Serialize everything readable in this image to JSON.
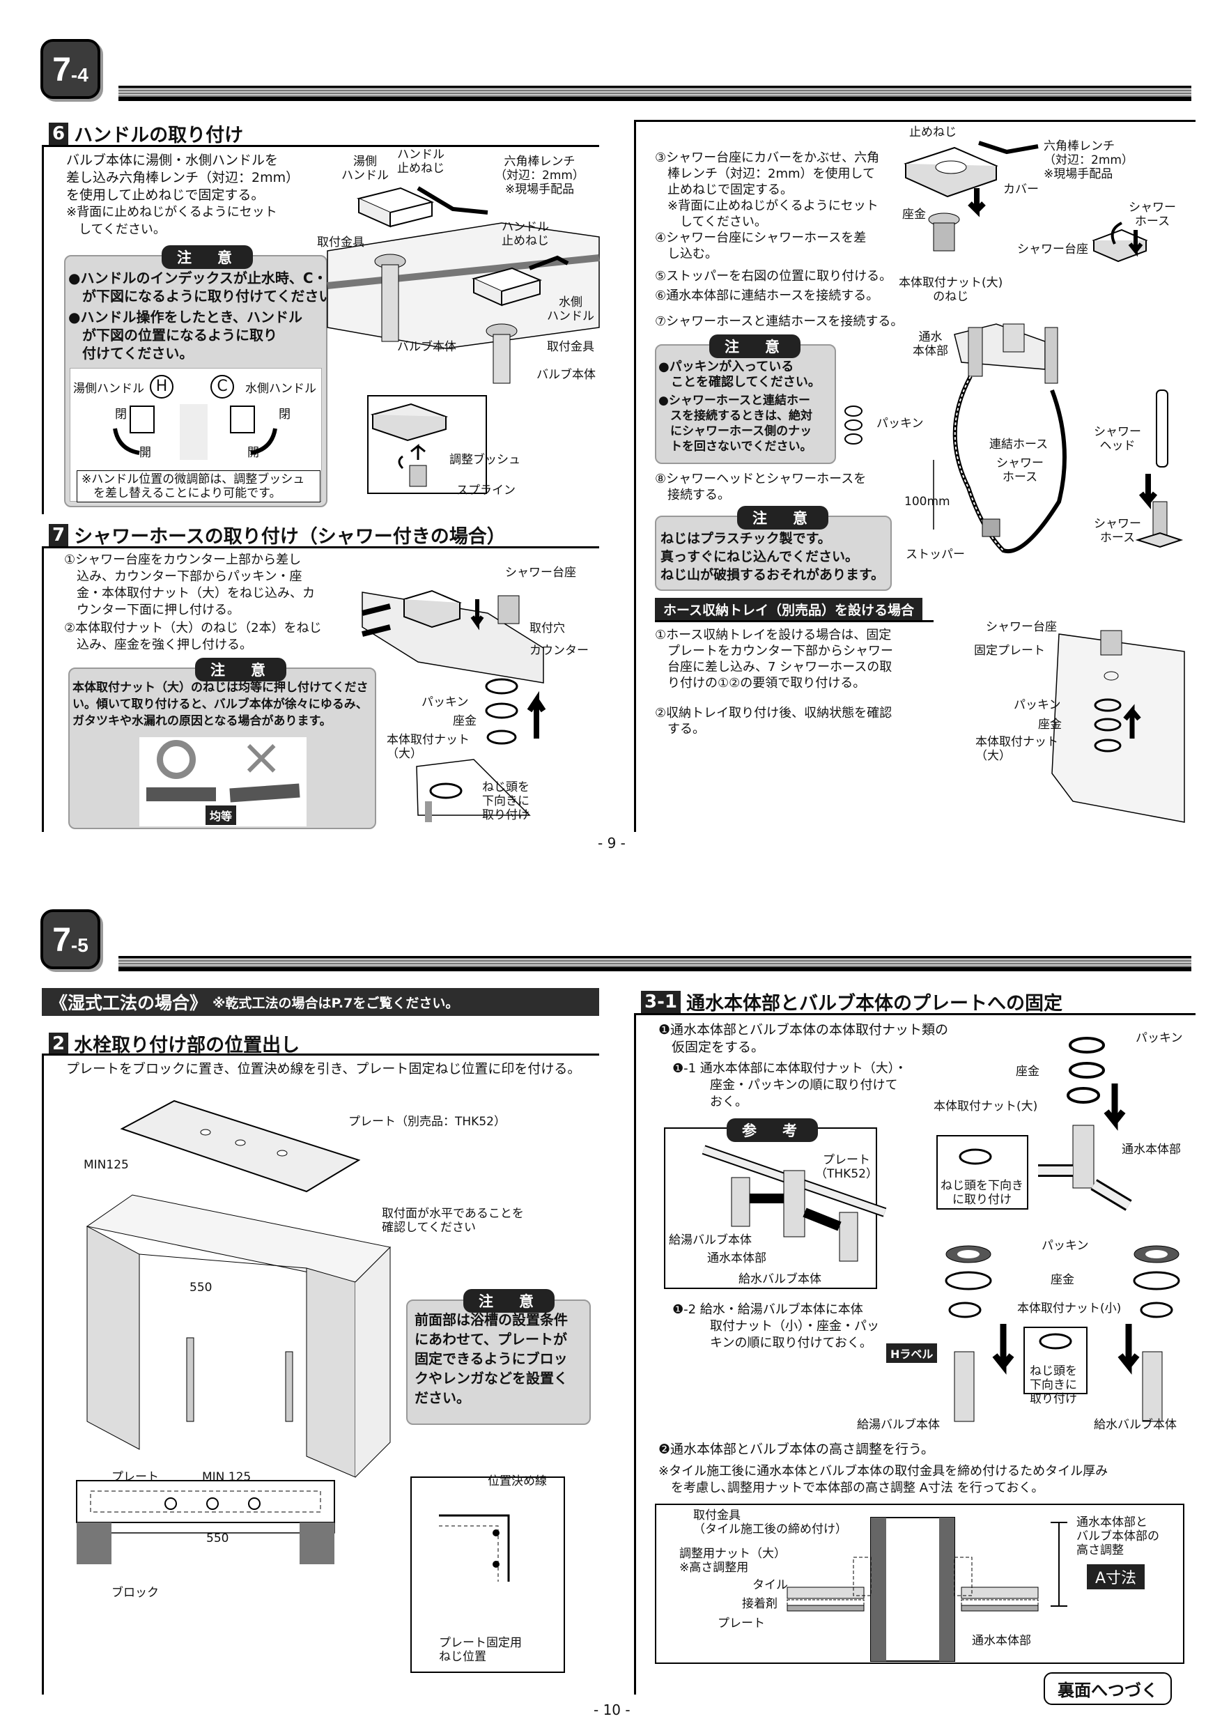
{
  "page1": {
    "badge": {
      "main": "7",
      "sub": "-4"
    },
    "sec6": {
      "num": "6",
      "title": "ハンドルの取り付け",
      "body": "バルブ本体に湯側・水側ハンドルを\n差し込み六角棒レンチ（対辺：2mm）\nを使用して止めねじで固定する。",
      "note": "※背面に止めねじがくるようにセット\n　してください。",
      "caution_title": "注　意",
      "caution1": "●ハンドルのインデックスが止水時、C・H\n　が下図になるように取り付けてください。",
      "caution2": "●ハンドル操作をしたとき、ハンドル\n　が下図の位置になるように取り\n　付けてください。",
      "hot_handle": "湯側ハンドル",
      "cold_handle": "水側ハンドル",
      "H": "H",
      "C": "C",
      "close": "閉",
      "open": "開",
      "adjust_note": "※ハンドル位置の微調節は、調整ブッシュ\n　を差し替えることにより可能です。",
      "labels": {
        "yugawa": "湯側\nハンドル",
        "stopscrew": "ハンドル\n止めねじ",
        "wrench": "六角棒レンチ\n（対辺：2mm）\n※現場手配品",
        "stopscrew2": "ハンドル\n止めねじ",
        "fitting": "取付金具",
        "valve": "バルブ本体",
        "mizugawa": "水側\nハンドル",
        "fitting2": "取付金具",
        "valve2": "バルブ本体",
        "bush": "調整ブッシュ",
        "spline": "スプライン"
      }
    },
    "sec7": {
      "num": "7",
      "title": "シャワーホースの取り付け（シャワー付きの場合）",
      "step1": "①シャワー台座をカウンター上部から差し\n　込み、カウンター下部からパッキン・座\n　金・本体取付ナット（大）をねじ込み、カ\n　ウンター下面に押し付ける。",
      "step2": "②本体取付ナット（大）のねじ（2本）をねじ\n　込み、座金を強く押し付ける。",
      "caution_title": "注　意",
      "caution": "本体取付ナット（大）のねじは均等に押し付けてくださ\nい。傾いて取り付けると、バルブ本体が徐々にゆるみ、\nガタツキや水漏れの原因となる場合があります。",
      "ok": "○",
      "ng": "×",
      "even": "均等",
      "labels": {
        "base": "シャワー台座",
        "hole": "取付穴",
        "counter": "カウンター",
        "packing": "パッキン",
        "washer": "座金",
        "nut": "本体取付ナット\n（大）",
        "screwdown": "ねじ頭を\n下向きに\n取り付け"
      }
    },
    "right": {
      "step3": "③シャワー台座にカバーをかぶせ、六角\n　棒レンチ（対辺：2mm）を使用して\n　止めねじで固定する。\n　※背面に止めねじがくるようにセット\n　　してください。",
      "step4": "④シャワー台座にシャワーホースを差\n　し込む。",
      "step5": "⑤ストッパーを右図の位置に取り付ける。",
      "step6": "⑥通水本体部に連結ホースを接続する。",
      "step7": "⑦シャワーホースと連結ホースを接続する。",
      "caution_title": "注　意",
      "caution1": "●パッキンが入っている\n　ことを確認してください。",
      "caution2": "●シャワーホースと連結ホー\n　スを接続するときは、絶対\n　にシャワーホース側のナッ\n　トを回さないでください。",
      "step8": "⑧シャワーヘッドとシャワーホースを\n　接続する。",
      "caution2_title": "注　意",
      "caution3": "ねじはプラスチック製です。\n真っすぐにねじ込んでください。\nねじ山が破損するおそれがあります。",
      "tray_title": "ホース収納トレイ（別売品）を設ける場合",
      "tray1": "①ホース収納トレイを設ける場合は、固定\n　プレートをカウンター下部からシャワー\n　台座に差し込み、7 シャワーホースの取\n　り付けの①②の要領で取り付ける。",
      "tray2": "②収納トレイ取り付け後、収納状態を確認\n　する。",
      "labels": {
        "stopscrew": "止めねじ",
        "wrench": "六角棒レンチ\n（対辺：2mm）\n※現場手配品",
        "cover": "カバー",
        "washer": "座金",
        "nut": "本体取付ナット(大)\nのねじ",
        "hose": "シャワー\nホース",
        "base": "シャワー台座",
        "body": "通水\n本体部",
        "packing": "パッキン",
        "conn": "連結ホース",
        "hose2": "シャワー\nホース",
        "head": "シャワー\nヘッド",
        "mm": "100mm",
        "stopper": "ストッパー",
        "hose3": "シャワー\nホース",
        "base2": "シャワー台座",
        "plate": "固定プレート",
        "packing2": "パッキン",
        "washer2": "座金",
        "nut2": "本体取付ナット\n（大）"
      }
    },
    "page_number": "- 9 -"
  },
  "page2": {
    "badge": {
      "main": "7",
      "sub": "-5"
    },
    "wet": {
      "title": "《湿式工法の場合》",
      "note": "※乾式工法の場合はP.7をご覧ください。"
    },
    "sec2": {
      "num": "2",
      "title": "水栓取り付け部の位置出し",
      "body": "プレートをブロックに置き、位置決め線を引き、プレート固定ねじ位置に印を付ける。",
      "labels": {
        "plate": "プレート（別売品：THK52）",
        "min": "MIN125",
        "level": "取付面が水平であることを\n確認してください",
        "w550": "550",
        "plate2": "プレート",
        "min2": "MIN 125",
        "w550b": "550",
        "block": "ブロック",
        "line": "位置決め線",
        "screwpos": "プレート固定用\nねじ位置"
      },
      "caution_title": "注　意",
      "caution": "前面部は浴槽の設置条件\nにあわせて、プレートが\n固定できるようにブロッ\nクやレンガなどを設置く\nださい。"
    },
    "sec31": {
      "num": "3-1",
      "title": "通水本体部とバルブ本体のプレートへの固定",
      "step1": "❶通水本体部とバルブ本体の本体取付ナット類の\n　仮固定をする。",
      "step1_1": "❶-1  通水本体部に本体取付ナット（大）・\n　　　座金・パッキンの順に取り付けて\n　　　おく。",
      "ref_title": "参　考",
      "ref": {
        "plate": "プレート\n（THK52）",
        "hotv": "給湯バルブ本体",
        "body": "通水本体部",
        "coldv": "給水バルブ本体"
      },
      "step1_2": "❶-2  給水・給湯バルブ本体に本体\n　　　取付ナット（小）・座金・パッ\n　　　キンの順に取り付けておく。",
      "hlabel": "Hラベル",
      "labels": {
        "packing": "パッキン",
        "washer": "座金",
        "nut": "本体取付ナット(大)",
        "body": "通水本体部",
        "screwdown": "ねじ頭を下向き\nに取り付け",
        "packing2": "パッキン",
        "washer2": "座金",
        "nut2": "本体取付ナット(小)",
        "screwdown2": "ねじ頭を\n下向きに\n取り付け",
        "hotv": "給湯バルブ本体",
        "coldv": "給水バルブ本体"
      },
      "step2": "❷通水本体部とバルブ本体の高さ調整を行う。",
      "note": "※タイル施工後に通水本体とバルブ本体の取付金具を締め付けるためタイル厚み\n　を考慮し､調整用ナットで本体部の高さ調整 A寸法 を行っておく。",
      "xsec": {
        "fitting": "取付金具\n（タイル施工後の締め付け）",
        "adjnut": "調整用ナット（大）\n※高さ調整用",
        "tile": "タイル",
        "adhesive": "接着剤",
        "plate": "プレート",
        "body": "通水本体部",
        "height": "通水本体部と\nバルブ本体部の\n高さ調整",
        "adim": "A寸法"
      }
    },
    "continue": "裏面へつづく",
    "page_number": "- 10 -"
  }
}
